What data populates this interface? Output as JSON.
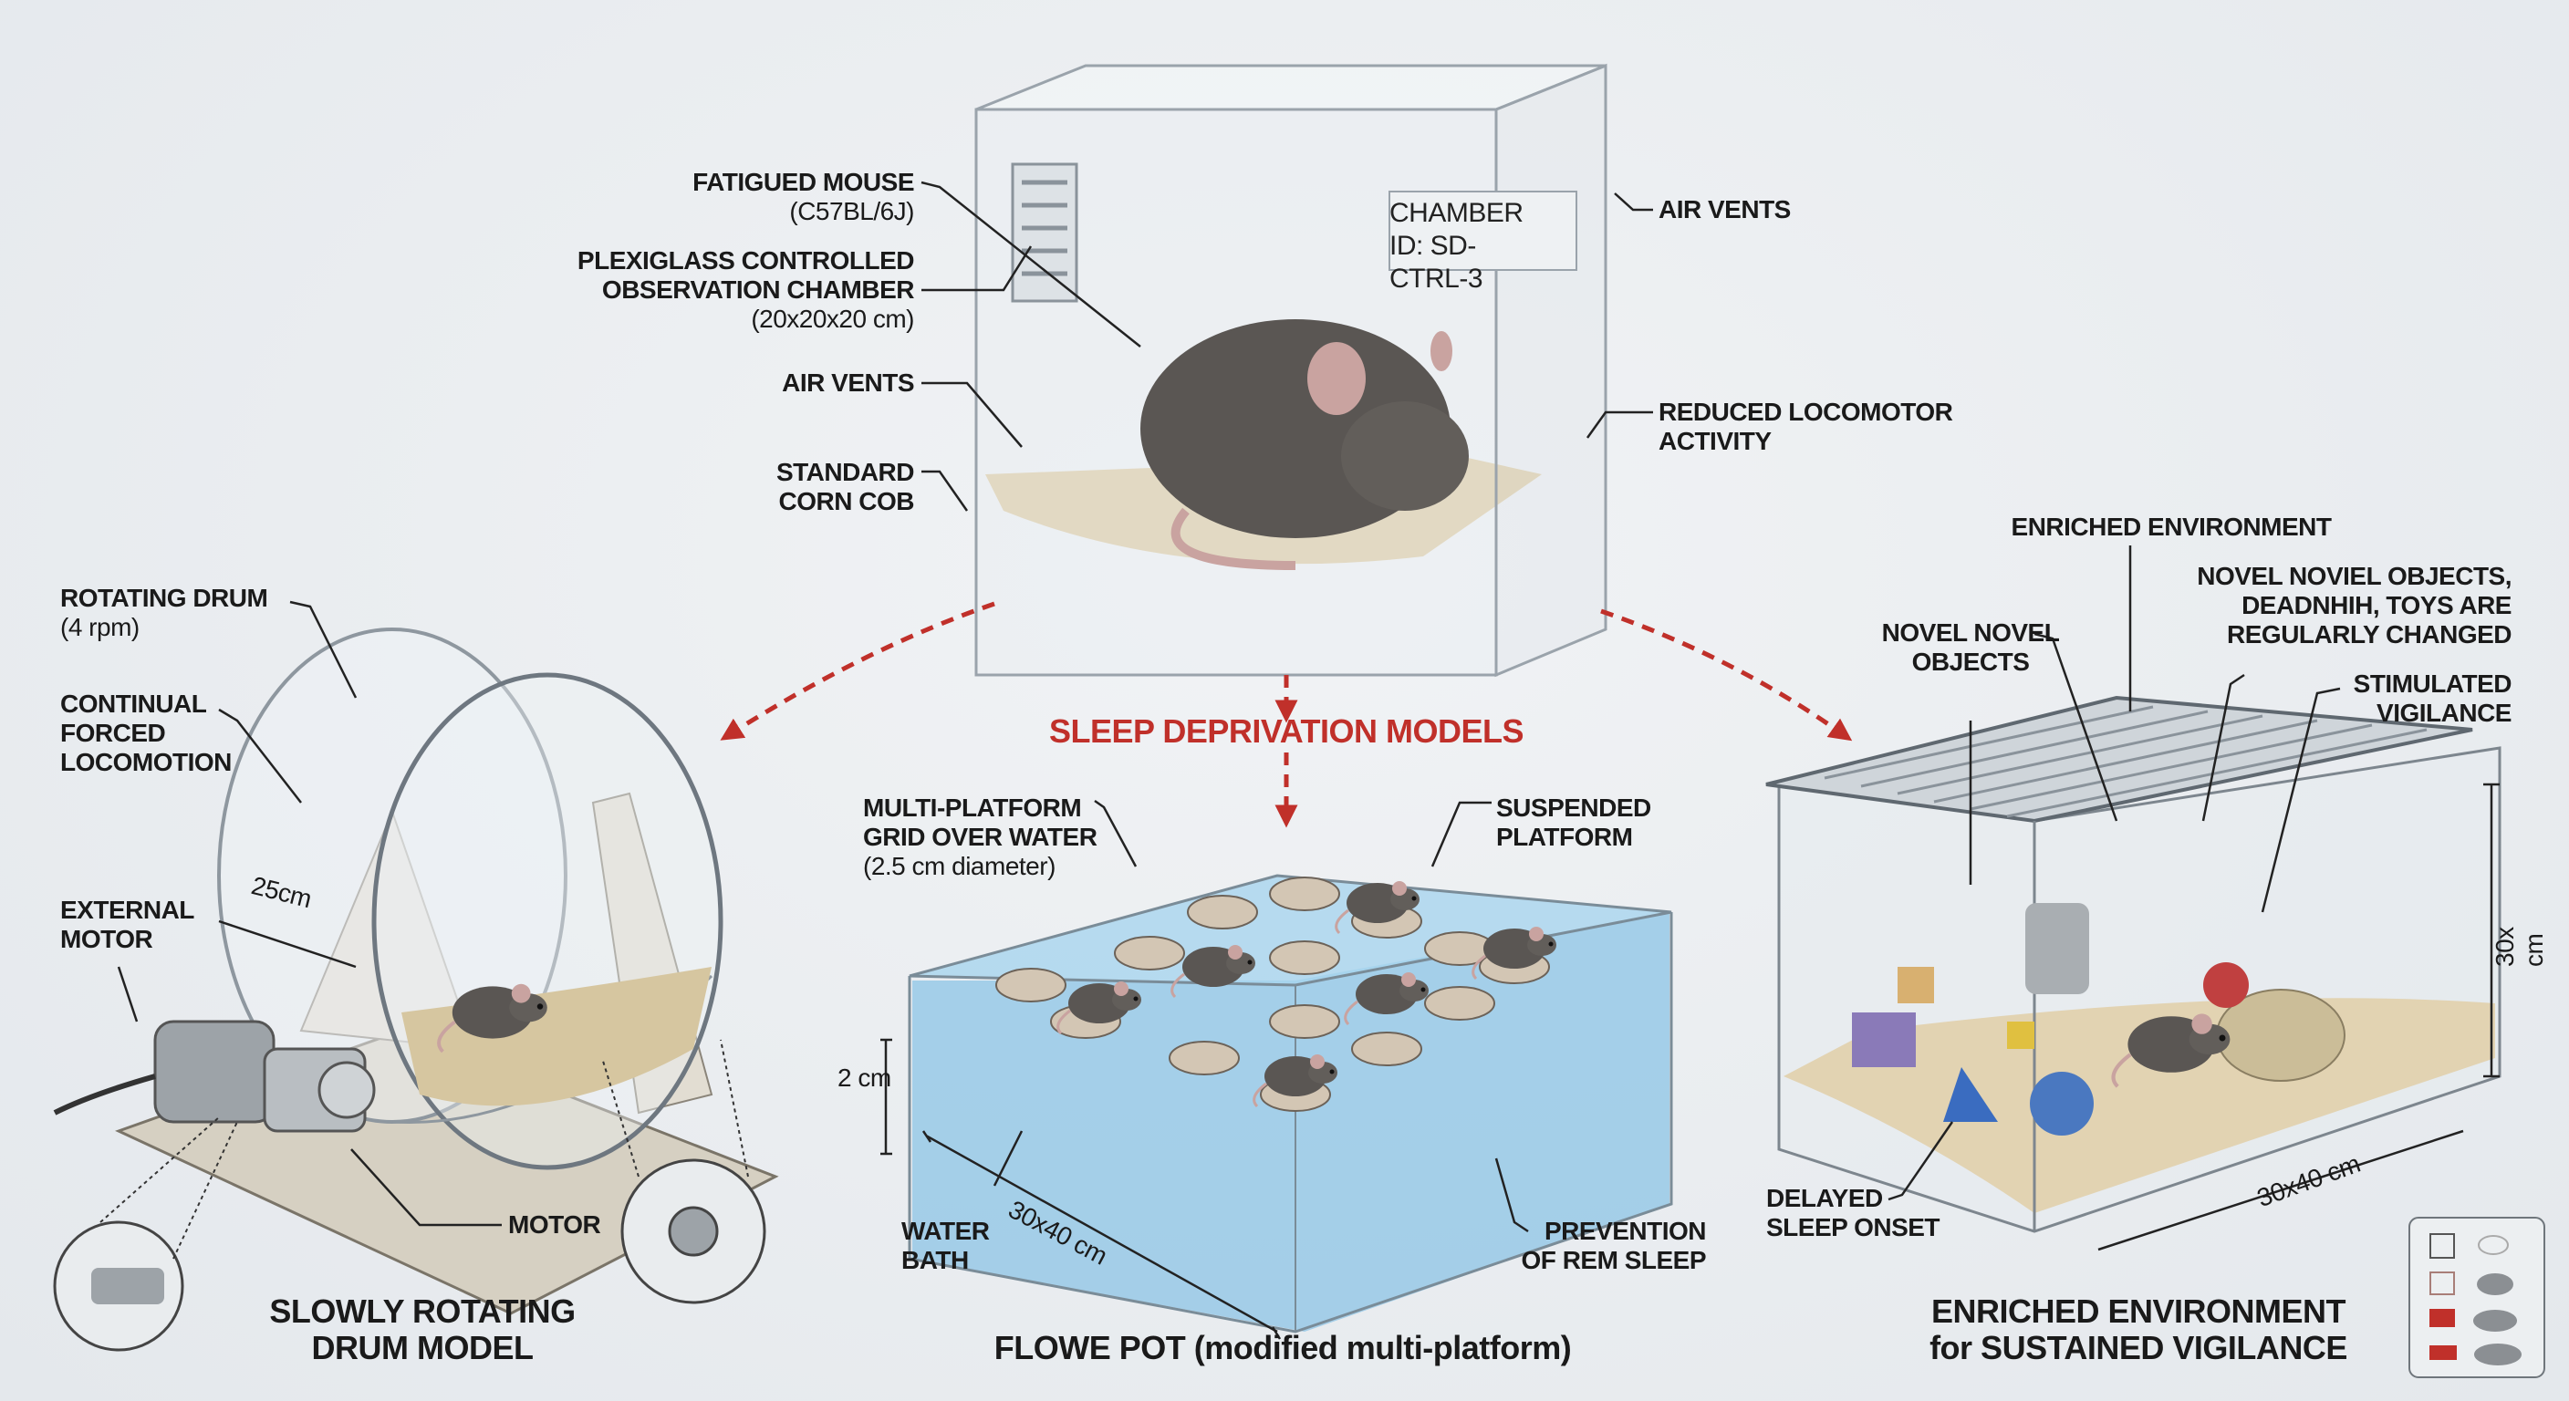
{
  "center_title": "SLEEP DEPRIVATION MODELS",
  "control_chamber": {
    "chamber_tag_line1": "CHAMBER",
    "chamber_tag_line2": "ID: SD-CTRL-3",
    "labels": {
      "mouse": "FATIGUED MOUSE",
      "mouse_strain": "(C57BL/6J)",
      "chamber": "PLEXIGLASS CONTROLLED\nOBSERVATION CHAMBER",
      "chamber_size": "(20x20x20 cm)",
      "air_vents_left": "AIR VENTS",
      "bedding": "STANDARD\nCORN COB",
      "air_vents_right": "AIR VENTS",
      "activity": "REDUCED LOCOMOTOR\nACTIVITY"
    }
  },
  "drum_model": {
    "title": "SLOWLY ROTATING\nDRUM MODEL",
    "labels": {
      "drum": "ROTATING DRUM",
      "drum_speed": "(4 rpm)",
      "locomotion": "CONTINUAL\nFORCED\nLOCOMOTION",
      "external_motor": "EXTERNAL\nMOTOR",
      "diameter": "25cm",
      "motor": "MOTOR"
    }
  },
  "flower_pot": {
    "title": "FLOWE POT (modified multi-platform)",
    "labels": {
      "grid": "MULTI-PLATFORM\nGRID OVER WATER",
      "grid_size": "(2.5 cm diameter)",
      "platform": "SUSPENDED\nPLATFORM",
      "depth": "2 cm",
      "water": "WATER\nBATH",
      "size": "30x40 cm",
      "prevention": "PREVENTION\nOF REM SLEEP"
    }
  },
  "enriched": {
    "title": "ENRICHED ENVIRONMENT\nfor SUSTAINED VIGILANCE",
    "labels": {
      "env": "ENRICHED ENVIRONMENT",
      "objects_changed": "NOVEL NOVIEL OBJECTS,\nDEADNHIH, TOYS ARE\nREGULARLY CHANGED",
      "novel_objects": "NOVEL NOVEL\nOBJECTS",
      "vigilance": "STIMULATED\nVIGILANCE",
      "height": "30x cm",
      "size": "30x40 cm",
      "sleep_onset": "DELAYED\nSLEEP ONSET"
    }
  },
  "colors": {
    "accent_red": "#c0302a",
    "water": "#8cc4e6",
    "bedding": "#d8c08a",
    "mouse": "#55524f"
  }
}
